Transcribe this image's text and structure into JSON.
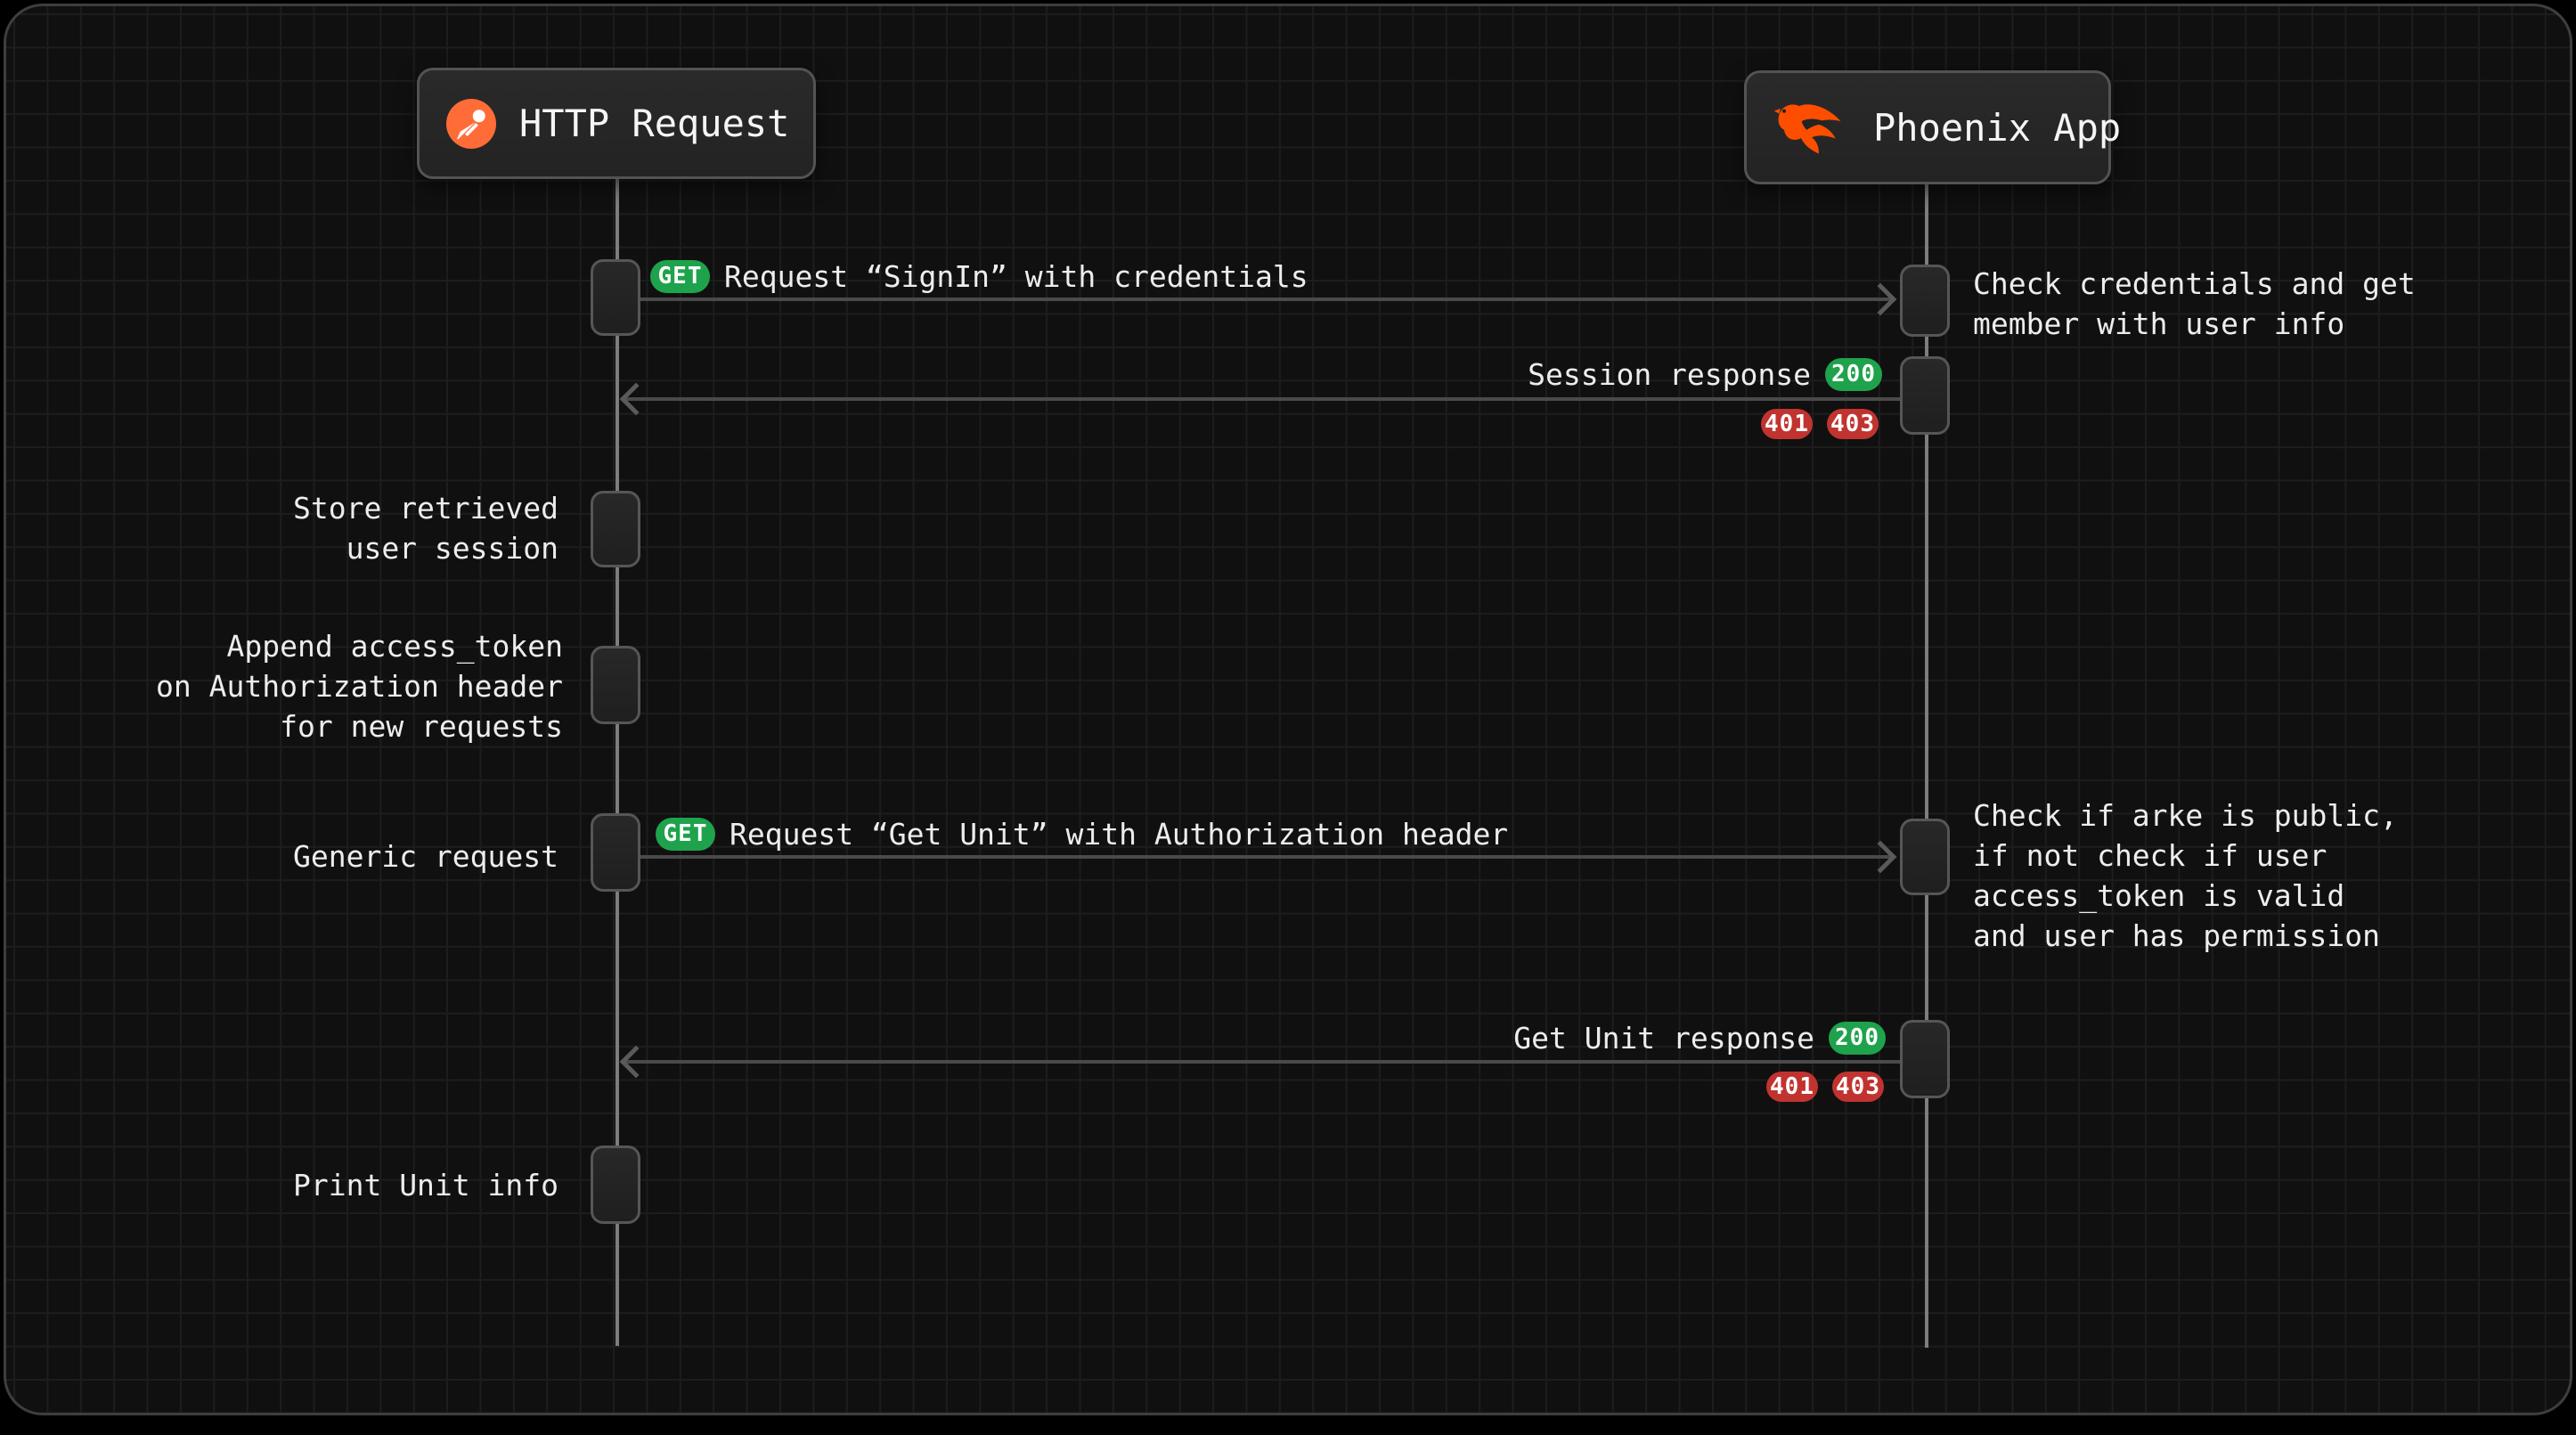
{
  "colors": {
    "get_badge": "#1fa24c",
    "success_badge": "#1fa24c",
    "error_badge": "#c1332f",
    "postman_orange": "#ff6c37",
    "phoenix_orange": "#fd4e00"
  },
  "actors": {
    "client": {
      "label": "HTTP Request",
      "icon": "postman-icon"
    },
    "server": {
      "label": "Phoenix App",
      "icon": "phoenix-icon"
    }
  },
  "messages": {
    "signin_request": {
      "method": "GET",
      "label": "Request “SignIn” with credentials"
    },
    "session_response": {
      "label": "Session response",
      "success": "200",
      "errors": [
        "401",
        "403"
      ]
    },
    "get_unit_request": {
      "method": "GET",
      "label": "Request “Get Unit” with Authorization header"
    },
    "get_unit_response": {
      "label": "Get Unit response",
      "success": "200",
      "errors": [
        "401",
        "403"
      ]
    }
  },
  "notes": {
    "client": {
      "store_session": [
        "Store retrieved",
        "user session"
      ],
      "append_token": [
        "Append access_token",
        "on Authorization header",
        "for new requests"
      ],
      "generic_request": [
        "Generic request"
      ],
      "print_unit": [
        "Print Unit info"
      ]
    },
    "server": {
      "check_credentials": [
        "Check credentials and get",
        "member with user info"
      ],
      "check_permissions": [
        "Check if arke is public,",
        "if not check if user",
        "access_token is valid",
        "and user has permission"
      ]
    }
  }
}
